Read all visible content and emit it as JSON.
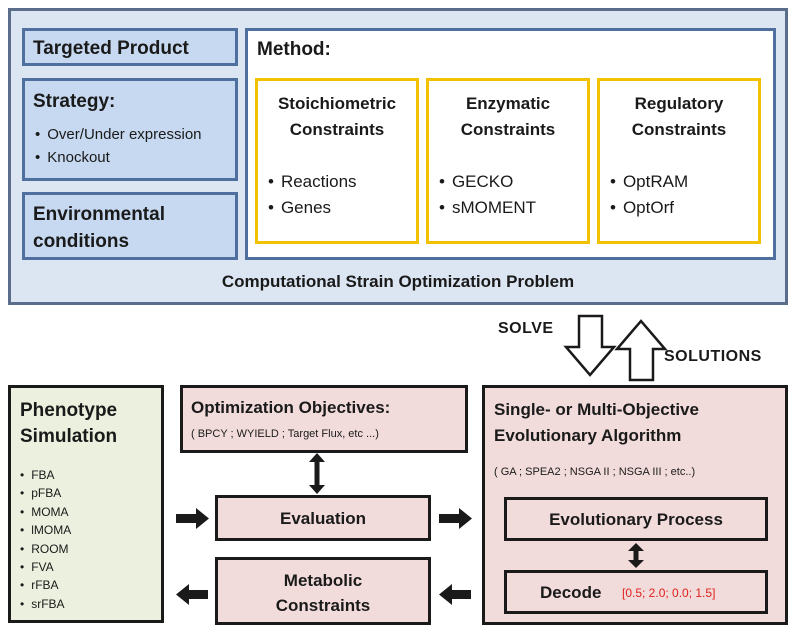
{
  "top": {
    "targeted_product": "Targeted Product",
    "strategy": {
      "title": "Strategy:",
      "items": [
        "Over/Under expression",
        "Knockout"
      ]
    },
    "environmental": [
      "Environmental",
      "conditions"
    ],
    "method": {
      "title": "Method:",
      "columns": [
        {
          "title": [
            "Stoichiometric",
            "Constraints"
          ],
          "items": [
            "Reactions",
            "Genes"
          ]
        },
        {
          "title": [
            "Enzymatic",
            "Constraints"
          ],
          "items": [
            "GECKO",
            "sMOMENT"
          ]
        },
        {
          "title": [
            "Regulatory",
            "Constraints"
          ],
          "items": [
            "OptRAM",
            "OptOrf"
          ]
        }
      ]
    },
    "caption": "Computational Strain Optimization Problem"
  },
  "arrows": {
    "solve": "SOLVE",
    "solutions": "SOLUTIONS"
  },
  "phenotype": {
    "title": [
      "Phenotype",
      "Simulation"
    ],
    "items": [
      "FBA",
      "pFBA",
      "MOMA",
      "lMOMA",
      "ROOM",
      "FVA",
      "rFBA",
      "srFBA"
    ]
  },
  "objectives": {
    "title": "Optimization Objectives:",
    "list": "( BPCY ;  WYIELD ; Target Flux, etc ...)"
  },
  "evaluation": "Evaluation",
  "metabolic": [
    "Metabolic",
    "Constraints"
  ],
  "ea": {
    "title": [
      "Single- or Multi-Objective",
      "Evolutionary Algorithm"
    ],
    "list": "( GA ;  SPEA2 ; NSGA II ;  NSGA III ; etc..)",
    "process": "Evolutionary Process",
    "decode": "Decode",
    "decode_values": "[0.5; 2.0; 0.0; 1.5]"
  },
  "colors": {
    "decode_values": "#e0201b",
    "top_panel": "#dce6f2",
    "blue_box": "#c6d9f1",
    "constraint_border": "#f2c100",
    "pink": "#f2dcdb",
    "green": "#ebf1de"
  }
}
